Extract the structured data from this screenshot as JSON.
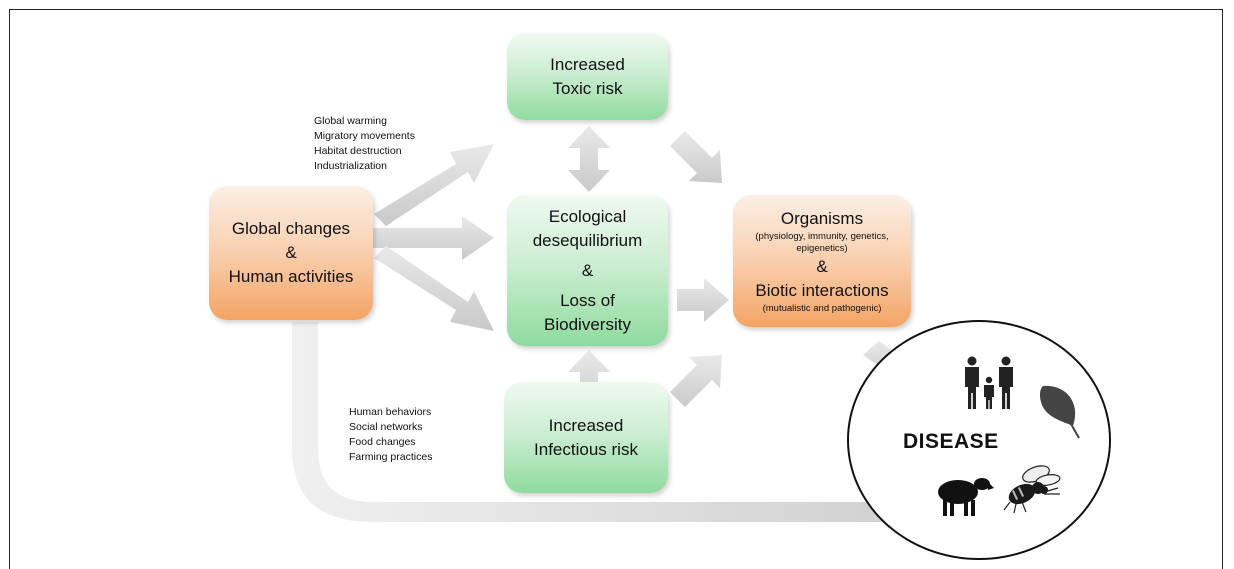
{
  "boxes": {
    "global": [
      "Global changes",
      "&",
      "Human activities"
    ],
    "toxic": [
      "Increased",
      "Toxic risk"
    ],
    "ecological": [
      "Ecological",
      "desequilibrium",
      "&",
      "Loss of",
      "Biodiversity"
    ],
    "infectious": [
      "Increased",
      "Infectious risk"
    ],
    "organisms": {
      "title": "Organisms",
      "sub1": "(physiology, immunity, genetics,",
      "sub2": "epigenetics)",
      "amp": "&",
      "title2": "Biotic interactions",
      "sub3": "(mutualistic and pathogenic)"
    }
  },
  "notes_top": [
    "Global warming",
    "Migratory movements",
    "Habitat destruction",
    "Industrialization"
  ],
  "notes_bottom": [
    "Human behaviors",
    "Social networks",
    "Food changes",
    "Farming practices"
  ],
  "disease": {
    "label": "DISEASE",
    "icons": [
      "family-icon",
      "leaf-icon",
      "sheep-icon",
      "bee-icon"
    ]
  },
  "colors": {
    "green_box": "#8fdb9e",
    "orange_box": "#f3a465",
    "arrow": "#d6d6d6"
  }
}
